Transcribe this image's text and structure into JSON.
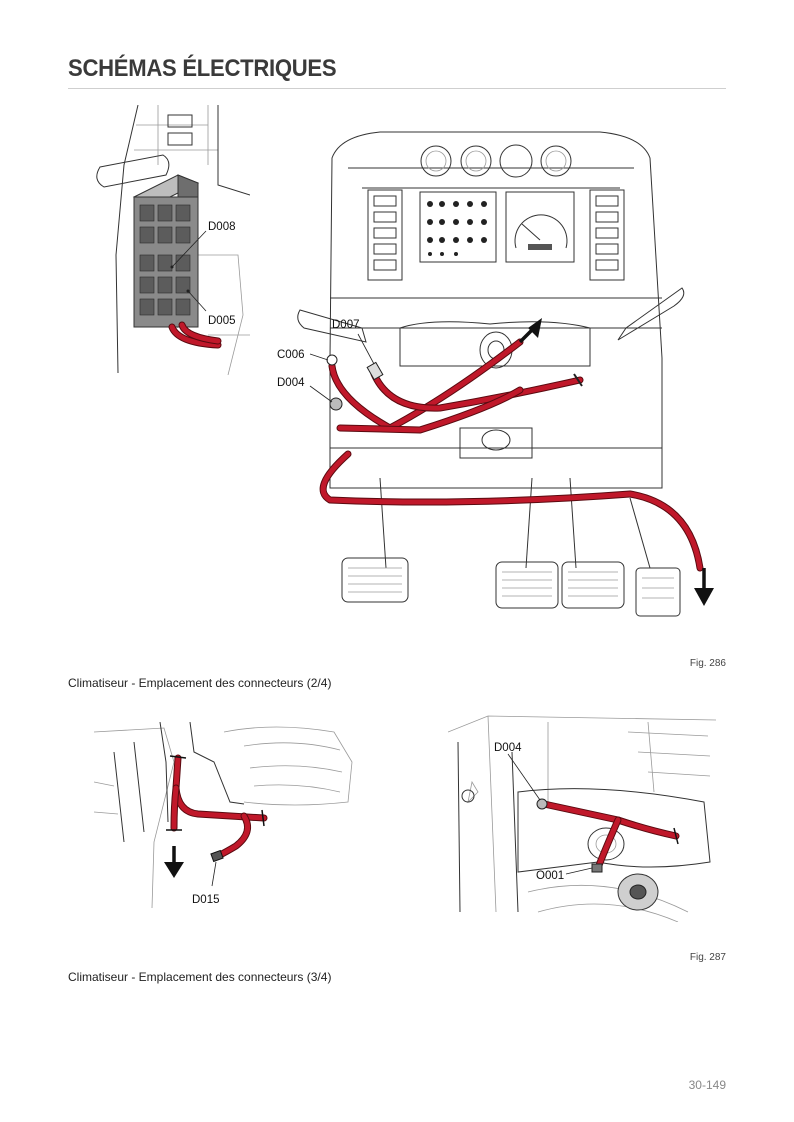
{
  "page": {
    "title": "SCHÉMAS ÉLECTRIQUES",
    "page_number": "30-149"
  },
  "figure_286": {
    "label": "Fig. 286",
    "caption": "Climatiseur - Emplacement des connecteurs (2/4)",
    "callouts": {
      "d008": "D008",
      "d005": "D005",
      "d007": "D007",
      "c006": "C006",
      "d004": "D004"
    }
  },
  "figure_287": {
    "label": "Fig. 287",
    "caption": "Climatiseur - Emplacement des connecteurs (3/4)",
    "callouts": {
      "d015": "D015",
      "d004": "D004",
      "o001": "O001"
    }
  },
  "colors": {
    "wire": "#c0182a",
    "module_fill": "#8a8a8a",
    "title": "#3a3a3a"
  }
}
